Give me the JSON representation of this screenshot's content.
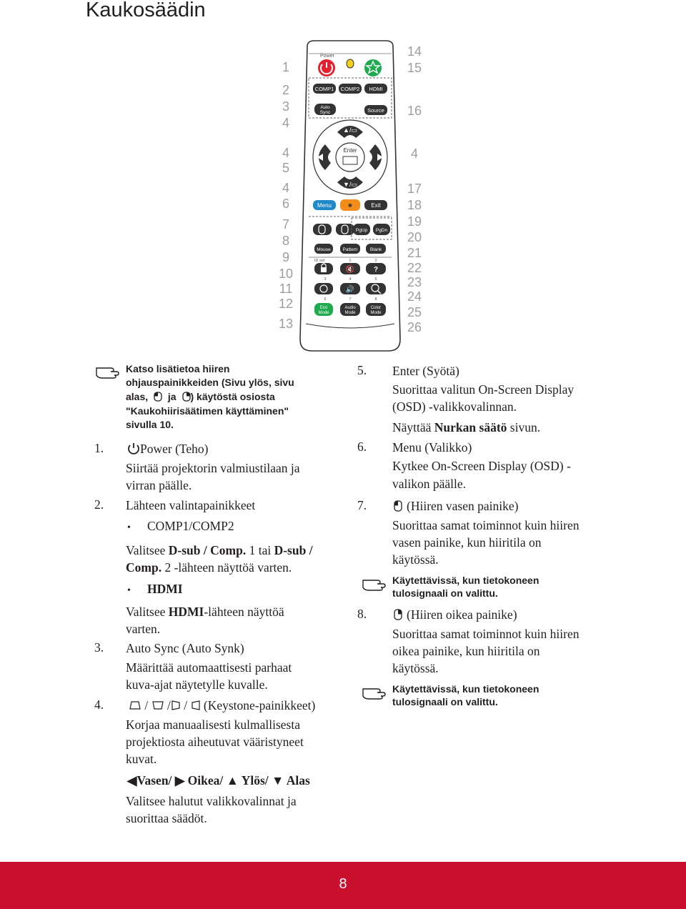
{
  "page": {
    "title": "Kaukosäädin",
    "page_number": "8",
    "colors": {
      "footer": "#c8102e",
      "power": "#e4202e",
      "green": "#1faa50",
      "blue": "#1e88c8",
      "orange": "#f28c1b",
      "callout": "#9d9d9d"
    }
  },
  "remote": {
    "callouts_left": [
      "1",
      "2",
      "3",
      "4",
      "4",
      "5",
      "4",
      "6",
      "7",
      "8",
      "9",
      "10",
      "11",
      "12",
      "13"
    ],
    "callouts_right": [
      "14",
      "15",
      "16",
      "4",
      "17",
      "18",
      "19",
      "20",
      "21",
      "22",
      "23",
      "24",
      "25",
      "26"
    ],
    "labels": {
      "power": "Power",
      "comp1": "COMP1",
      "comp2": "COMP2",
      "hdmi": "HDMI",
      "auto_sync": [
        "Auto",
        "Sync"
      ],
      "source": "Source",
      "enter": "Enter",
      "menu": "Menu",
      "exit": "Exit",
      "pgup": "PgUp",
      "pgdn": "PgDn",
      "mouse": "Mouse",
      "pattern": "Pattern",
      "blank": "Blank",
      "id_set": "ID set",
      "k1": "1",
      "k2": "2",
      "k3": "3",
      "k4": "4",
      "k5": "5",
      "k6": "6",
      "k7": "7",
      "k8": "8",
      "help": "?",
      "eco_mode": [
        "Eco",
        "Mode"
      ],
      "audio_mode": [
        "Audio",
        "Mode"
      ],
      "color_mode": [
        "Color",
        "Mode"
      ],
      "up": "▲/⏢",
      "down": "▼/⏢"
    },
    "icons": [
      "power-icon",
      "laser-icon",
      "my-button-icon",
      "left-arrow-icon",
      "right-arrow-icon",
      "up-arrow-icon",
      "down-arrow-icon",
      "laser-pointer-icon",
      "mouse-left-icon",
      "mouse-right-icon",
      "lock-icon",
      "mute-icon",
      "help-icon",
      "timer-icon",
      "volume-icon",
      "zoom-icon"
    ]
  },
  "left_column": {
    "note": {
      "line1": "Katso lisätietoa hiiren",
      "line2": "ohjauspainikkeiden (Sivu ylös, sivu",
      "line3a": "alas,",
      "line3b": "ja",
      "line3c": ") käytöstä osiosta",
      "line4": "\"Kaukohiirisäätimen käyttäminen\"",
      "line5": "sivulla 10."
    },
    "item1": {
      "num": "1.",
      "heading": "Power (Teho)",
      "line1": "Siirtää projektorin valmiustilaan ja",
      "line2": "virran päälle."
    },
    "item2": {
      "num": "2.",
      "heading": "Lähteen valintapainikkeet",
      "bullet1": "COMP1/COMP2",
      "b1_l1_a": "Valitsee ",
      "b1_l1_b": "D-sub / Comp.",
      "b1_l1_c": " 1 tai ",
      "b1_l1_d": "D-sub /",
      "b1_l2_a": "Comp.",
      "b1_l2_b": " 2 -lähteen näyttöä varten.",
      "bullet2": "HDMI",
      "b2_l1_a": "Valitsee ",
      "b2_l1_b": "HDMI",
      "b2_l1_c": "-lähteen näyttöä",
      "b2_l2": "varten."
    },
    "item3": {
      "num": "3.",
      "heading": "Auto Sync (Auto Synk)",
      "line1": "Määrittää automaattisesti parhaat",
      "line2": "kuva-ajat näytetylle kuvalle."
    },
    "item4": {
      "num": "4.",
      "sep": "/",
      "heading": "(Keystone-painikkeet)",
      "line1": "Korjaa manuaalisesti kulmallisesta",
      "line2": "projektiosta aiheutuvat vääristyneet",
      "line3": "kuvat.",
      "arrows_vasen": "Vasen/",
      "arrows_oikea": "Oikea/",
      "arrows_ylos": "Ylös/",
      "arrows_alas": "Alas",
      "line4": "Valitsee halutut valikkovalinnat ja",
      "line5": "suorittaa säädöt."
    }
  },
  "right_column": {
    "item5": {
      "num": "5.",
      "heading": "Enter (Syötä)",
      "line1": "Suorittaa valitun On-Screen Display",
      "line2": "(OSD) -valikkovalinnan.",
      "line3a": "Näyttää ",
      "line3b": "Nurkan säätö",
      "line3c": " sivun."
    },
    "item6": {
      "num": "6.",
      "heading": "Menu (Valikko)",
      "line1": "Kytkee On-Screen Display (OSD) -",
      "line2": "valikon päälle."
    },
    "item7": {
      "num": "7.",
      "heading": "(Hiiren vasen painike)",
      "line1": "Suorittaa samat toiminnot kuin hiiren",
      "line2": "vasen painike, kun hiiritila on",
      "line3": "käytössä.",
      "note1": "Käytettävissä, kun tietokoneen",
      "note2": "tulosignaali on valittu."
    },
    "item8": {
      "num": "8.",
      "heading": "(Hiiren oikea painike)",
      "line1": "Suorittaa samat toiminnot kuin hiiren",
      "line2": "oikea painike, kun hiiritila on",
      "line3": "käytössä.",
      "note1": "Käytettävissä, kun tietokoneen",
      "note2": "tulosignaali on valittu."
    }
  }
}
